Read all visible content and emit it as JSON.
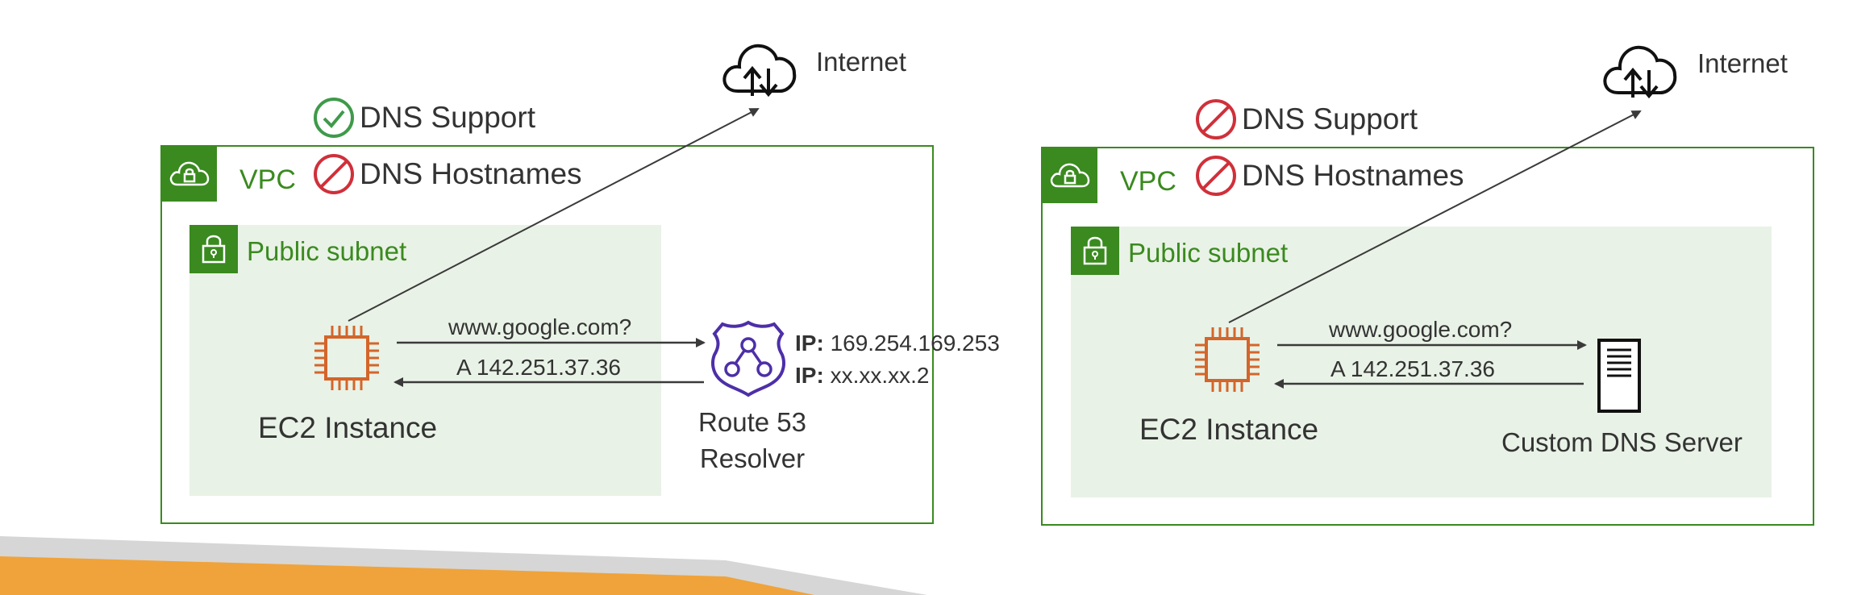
{
  "diagrams": [
    {
      "internet_label": "Internet",
      "dns_support_label": "DNS Support",
      "dns_support_status": "enabled",
      "dns_hostnames_label": "DNS Hostnames",
      "dns_hostnames_status": "disabled",
      "vpc_label": "VPC",
      "subnet_label": "Public subnet",
      "instance_label": "EC2 Instance",
      "query_label": "www.google.com?",
      "answer_label": "A 142.251.37.36",
      "resolver_label_line1": "Route 53",
      "resolver_label_line2": "Resolver",
      "ip1_key": "IP:",
      "ip1_value": "169.254.169.253",
      "ip2_key": "IP:",
      "ip2_value": "xx.xx.xx.2"
    },
    {
      "internet_label": "Internet",
      "dns_support_label": "DNS Support",
      "dns_support_status": "disabled",
      "dns_hostnames_label": "DNS Hostnames",
      "dns_hostnames_status": "disabled",
      "vpc_label": "VPC",
      "subnet_label": "Public subnet",
      "instance_label": "EC2 Instance",
      "query_label": "www.google.com?",
      "answer_label": "A 142.251.37.36",
      "server_label": "Custom DNS Server"
    }
  ],
  "colors": {
    "vpc_green": "#3a8a1f",
    "subnet_fill": "#e9f2e6",
    "ec2_orange": "#d4652a",
    "resolver_purple": "#4d2fa8",
    "enabled_green": "#3f9a4a",
    "disabled_red": "#d0303a",
    "footer_orange": "#f0a33a",
    "footer_gray": "#d6d6d6"
  },
  "icons": [
    "cloud-upload-download-icon",
    "check-circle-icon",
    "prohibited-icon",
    "vpc-cloud-lock-icon",
    "subnet-lock-icon",
    "ec2-chip-icon",
    "route53-resolver-shield-icon",
    "server-icon"
  ]
}
